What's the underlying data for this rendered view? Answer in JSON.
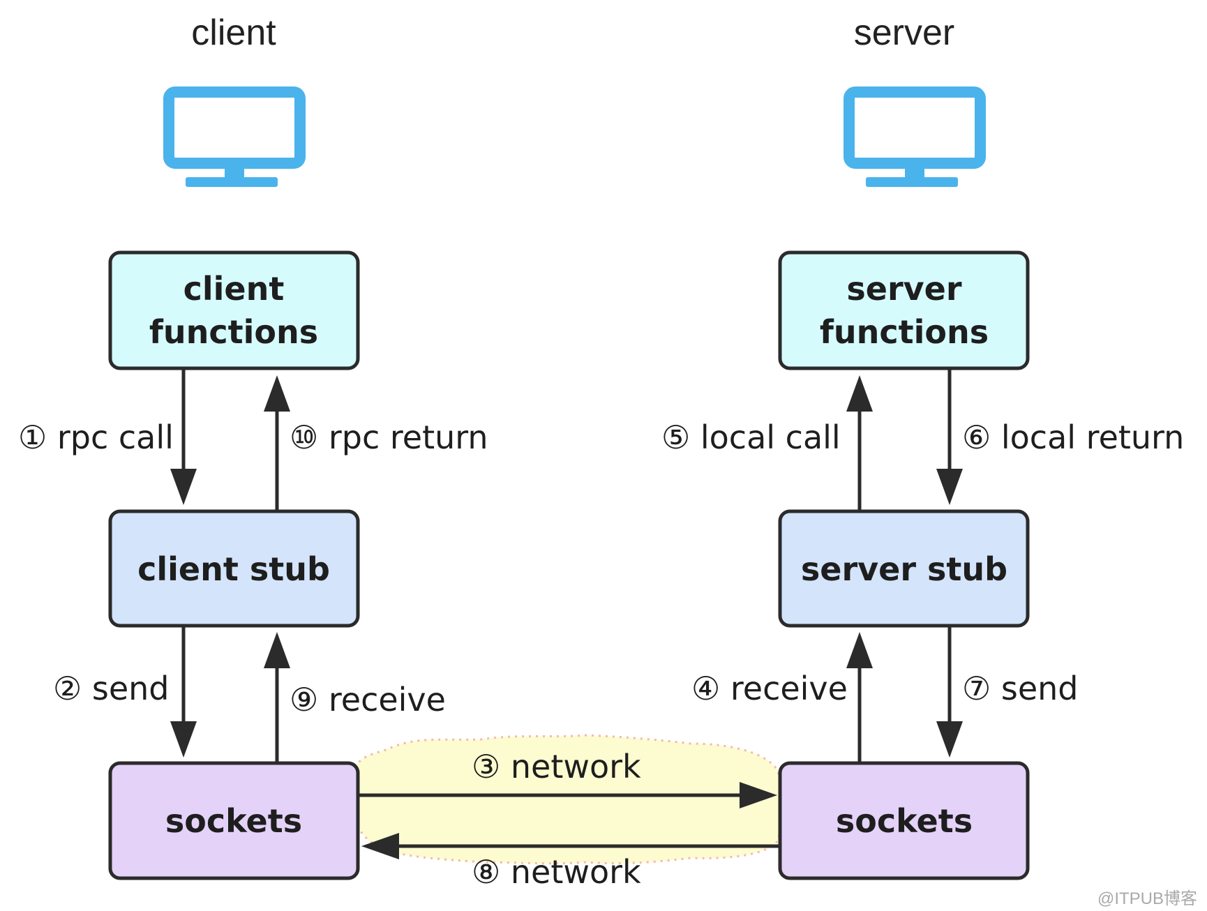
{
  "titles": {
    "client": "client",
    "server": "server"
  },
  "boxes": {
    "client_functions": [
      "client",
      "functions"
    ],
    "client_stub": "client stub",
    "client_sockets": "sockets",
    "server_functions": [
      "server",
      "functions"
    ],
    "server_stub": "server stub",
    "server_sockets": "sockets"
  },
  "steps": {
    "rpc_call": "① rpc call",
    "send_client": "② send",
    "network_forward": "③ network",
    "receive_server": "④ receive",
    "local_call": "⑤ local call",
    "local_return": "⑥ local return",
    "send_server": "⑦ send",
    "network_back": "⑧ network",
    "receive_client": "⑨ receive",
    "rpc_return": "⑩ rpc return"
  },
  "icons": {
    "client": "monitor-icon",
    "server": "monitor-icon"
  },
  "colors": {
    "functions_fill": "#d6fbfd",
    "stub_fill": "#d3e4fb",
    "sockets_fill": "#e4d2f8",
    "monitor": "#4ab3ec",
    "network_cloud": "#fdfbd0",
    "cloud_border": "#f4b9b0"
  },
  "watermark": "@ITPUB博客"
}
